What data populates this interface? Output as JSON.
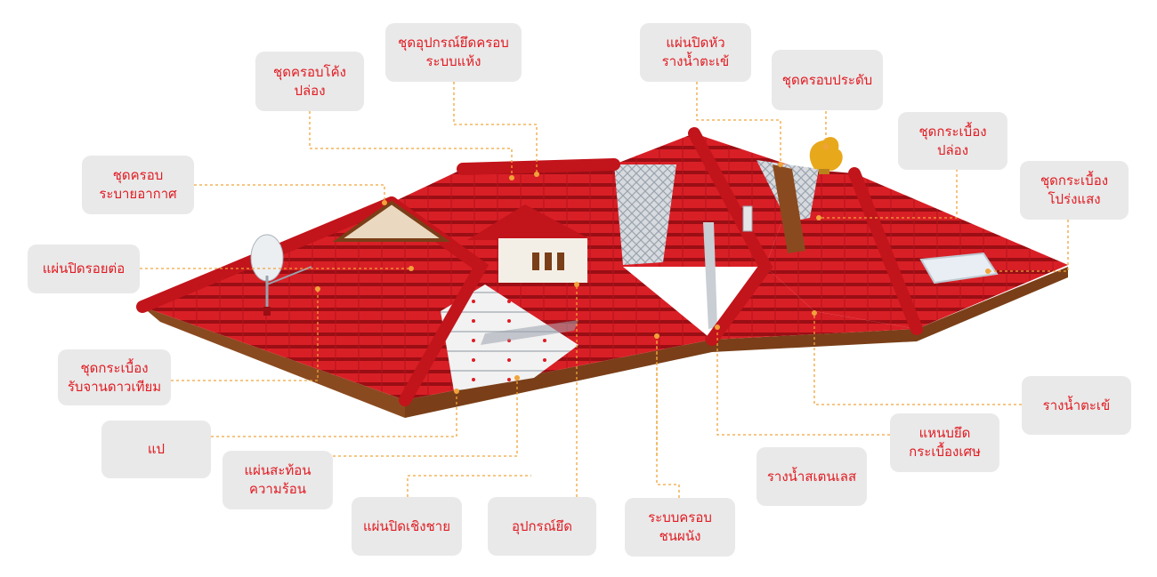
{
  "colors": {
    "roof_red": "#d91f26",
    "roof_dark": "#9a0e14",
    "eave_brown": "#8a4a1f",
    "leader_orange": "#f0a33a",
    "label_text": "#e11b22",
    "label_bg": "#e9e9e9",
    "metal_gray": "#c9ced4",
    "ornament_gold": "#e8a81c"
  },
  "callouts": [
    {
      "id": "curved-ridge-cap-set",
      "lines": [
        "ชุดครอบโค้ง",
        "ปล่อง"
      ]
    },
    {
      "id": "dry-ridge-fixing-kit",
      "lines": [
        "ชุดอุปกรณ์ยึดครอบ",
        "ระบบแห้ง"
      ]
    },
    {
      "id": "gutter-end-cap",
      "lines": [
        "แผ่นปิดหัว",
        "รางน้ำตะเข้"
      ]
    },
    {
      "id": "decorative-ridge-set",
      "lines": [
        "ชุดครอบประดับ"
      ]
    },
    {
      "id": "chimney-tile-set",
      "lines": [
        "ชุดกระเบื้อง",
        "ปล่อง"
      ]
    },
    {
      "id": "skylight-tile-set",
      "lines": [
        "ชุดกระเบื้อง",
        "โปร่งแสง"
      ]
    },
    {
      "id": "ventilation-ridge-set",
      "lines": [
        "ชุดครอบ",
        "ระบายอากาศ"
      ]
    },
    {
      "id": "joint-sealing-sheet",
      "lines": [
        "แผ่นปิดรอยต่อ"
      ]
    },
    {
      "id": "satellite-dish-tile-set",
      "lines": [
        "ชุดกระเบื้อง",
        "รับจานดาวเทียม"
      ]
    },
    {
      "id": "batten",
      "lines": [
        "แป"
      ]
    },
    {
      "id": "reflective-insulation",
      "lines": [
        "แผ่นสะท้อน",
        "ความร้อน"
      ]
    },
    {
      "id": "eave-closure-sheet",
      "lines": [
        "แผ่นปิดเชิงชาย"
      ]
    },
    {
      "id": "fixing-accessories",
      "lines": [
        "อุปกรณ์ยึด"
      ]
    },
    {
      "id": "wall-abutment-ridge-system",
      "lines": [
        "ระบบครอบ",
        "ชนผนัง"
      ]
    },
    {
      "id": "stainless-gutter",
      "lines": [
        "รางน้ำสเตนเลส"
      ]
    },
    {
      "id": "cut-tile-clip",
      "lines": [
        "แหนบยึด",
        "กระเบื้องเศษ"
      ]
    },
    {
      "id": "valley-gutter",
      "lines": [
        "รางน้ำตะเข้"
      ]
    }
  ]
}
